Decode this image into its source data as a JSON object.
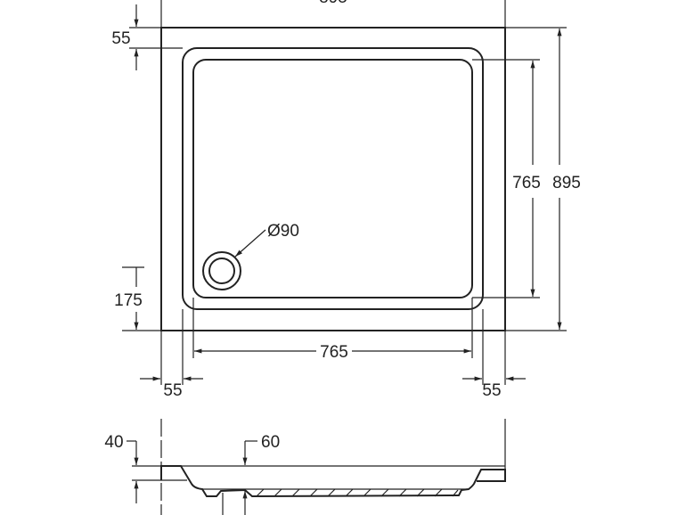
{
  "plan_view": {
    "overall_width": "895",
    "overall_length": "895",
    "inner_length": "765",
    "inner_width": "765",
    "rim_top": "55",
    "rim_left": "55",
    "rim_right": "55",
    "drain_offset": "175",
    "drain_diameter": "Ø90"
  },
  "section_view": {
    "rim_height": "40",
    "depth": "60"
  },
  "colors": {
    "line": "#222222",
    "background": "#ffffff"
  }
}
